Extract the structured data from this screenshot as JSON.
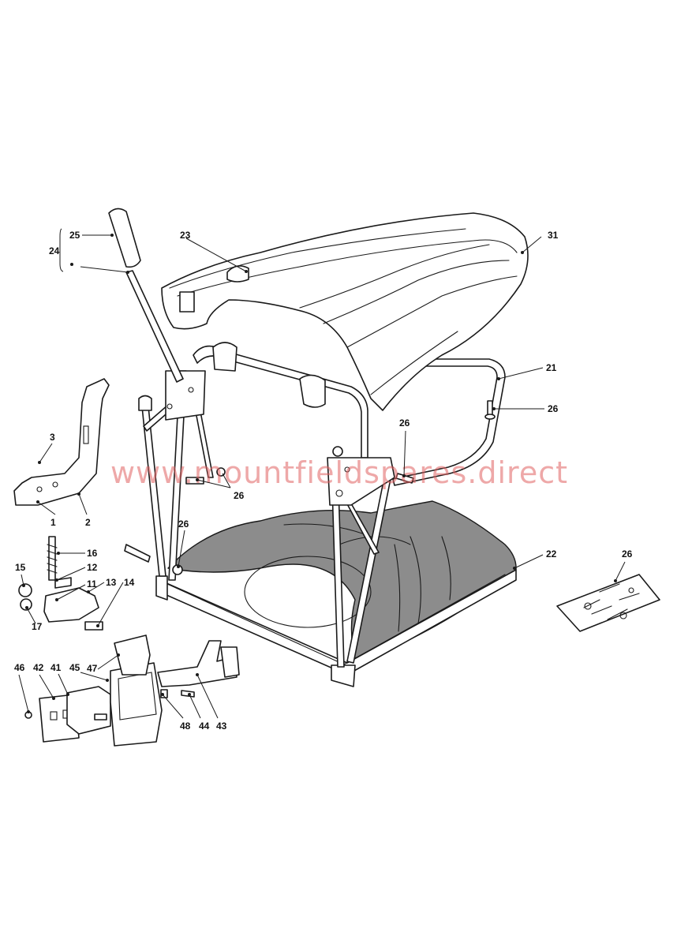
{
  "watermark": "www.mountfieldspares.direct",
  "callouts": [
    {
      "id": "c1",
      "label": "1"
    },
    {
      "id": "c2",
      "label": "2"
    },
    {
      "id": "c3",
      "label": "3"
    },
    {
      "id": "c11",
      "label": "11"
    },
    {
      "id": "c12",
      "label": "12"
    },
    {
      "id": "c13",
      "label": "13"
    },
    {
      "id": "c14",
      "label": "14"
    },
    {
      "id": "c15",
      "label": "15"
    },
    {
      "id": "c16",
      "label": "16"
    },
    {
      "id": "c17",
      "label": "17"
    },
    {
      "id": "c21",
      "label": "21"
    },
    {
      "id": "c22",
      "label": "22"
    },
    {
      "id": "c23",
      "label": "23"
    },
    {
      "id": "c24",
      "label": "24"
    },
    {
      "id": "c25",
      "label": "25"
    },
    {
      "id": "c26a",
      "label": "26"
    },
    {
      "id": "c26b",
      "label": "26"
    },
    {
      "id": "c26c",
      "label": "26"
    },
    {
      "id": "c26d",
      "label": "26"
    },
    {
      "id": "c26e",
      "label": "26"
    },
    {
      "id": "c31",
      "label": "31"
    },
    {
      "id": "c41",
      "label": "41"
    },
    {
      "id": "c42",
      "label": "42"
    },
    {
      "id": "c43",
      "label": "43"
    },
    {
      "id": "c44",
      "label": "44"
    },
    {
      "id": "c45",
      "label": "45"
    },
    {
      "id": "c46",
      "label": "46"
    },
    {
      "id": "c47",
      "label": "47"
    },
    {
      "id": "c48",
      "label": "48"
    }
  ]
}
